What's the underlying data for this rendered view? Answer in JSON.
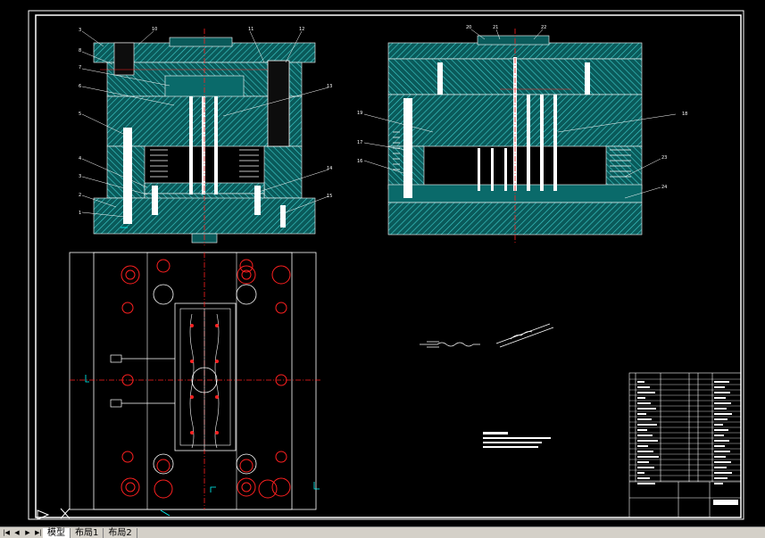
{
  "tabs": {
    "items": [
      "模型",
      "布局1",
      "布局2"
    ],
    "active": 0
  },
  "colors": {
    "background": "#000000",
    "frame": "#ffffff",
    "hatch": "#00b3b3",
    "plate": "#40c0c0",
    "red": "#ff2020",
    "pin": "#ffffff"
  },
  "icons": [
    "ucs-icon",
    "tab-first-icon",
    "tab-prev-icon",
    "tab-next-icon",
    "tab-last-icon"
  ]
}
